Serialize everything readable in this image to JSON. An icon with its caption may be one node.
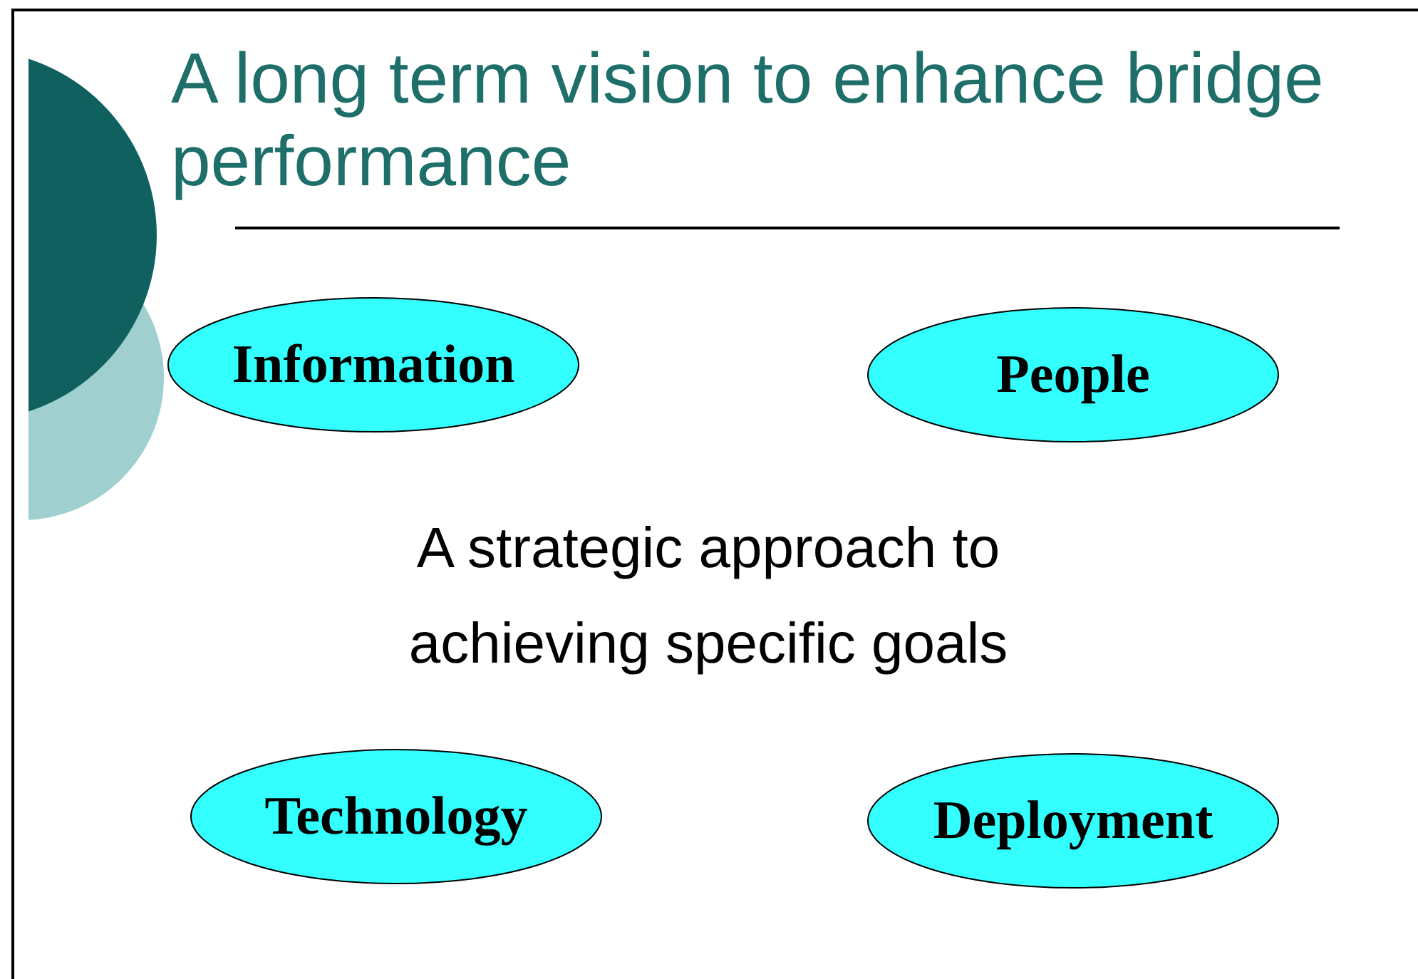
{
  "diagram": {
    "title": "A long term vision to enhance bridge performance",
    "nodes": [
      {
        "text": [
          "Information"
        ]
      },
      {
        "text": [
          "People"
        ]
      },
      {
        "text": [
          "Technology"
        ]
      },
      {
        "text": [
          "Deployment"
        ]
      }
    ],
    "labels": [
      "A strategic approach to achieving specific goals"
    ]
  }
}
